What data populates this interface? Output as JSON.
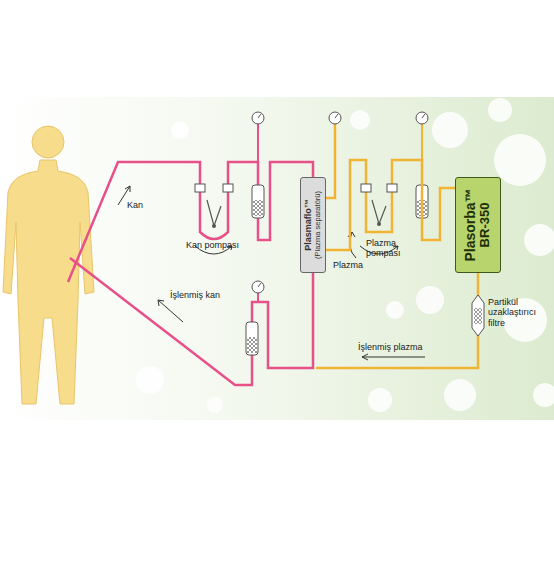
{
  "diagram": {
    "nodes": [
      {
        "text": [
          "Plasmaflo™",
          "(Plazma separatörü)"
        ]
      },
      {
        "text": [
          "Plasorba™",
          "BR-350"
        ]
      }
    ],
    "edges": [
      {
        "from": 0,
        "to": 1,
        "arrow": "none"
      }
    ],
    "labels": [
      "Kan",
      "Kan pompası",
      "Plazma",
      "Plazma pompası",
      "İşlenmiş kan",
      "Partikül uzaklaştırıcı filtre",
      "İşlenmiş plazma"
    ]
  }
}
